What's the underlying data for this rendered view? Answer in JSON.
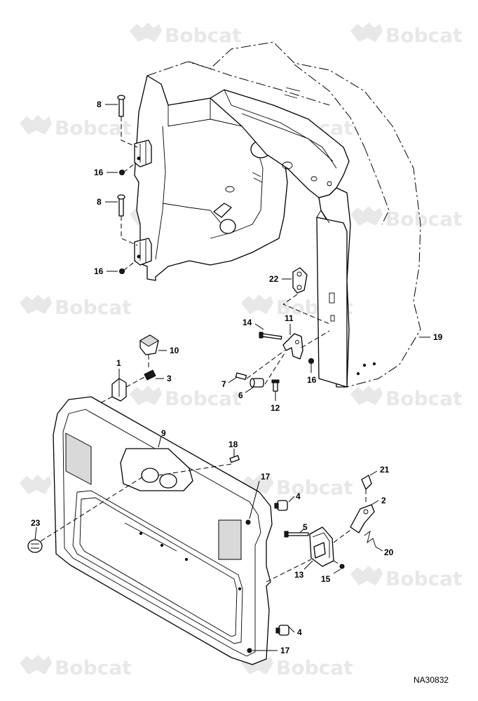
{
  "watermark": {
    "text": "Bobcat"
  },
  "drawing_number": "NA30832",
  "callouts": [
    "8",
    "16",
    "8",
    "16",
    "22",
    "14",
    "11",
    "19",
    "10",
    "1",
    "3",
    "7",
    "6",
    "16",
    "12",
    "9",
    "18",
    "17",
    "4",
    "21",
    "2",
    "23",
    "5",
    "20",
    "13",
    "15",
    "4",
    "17"
  ]
}
